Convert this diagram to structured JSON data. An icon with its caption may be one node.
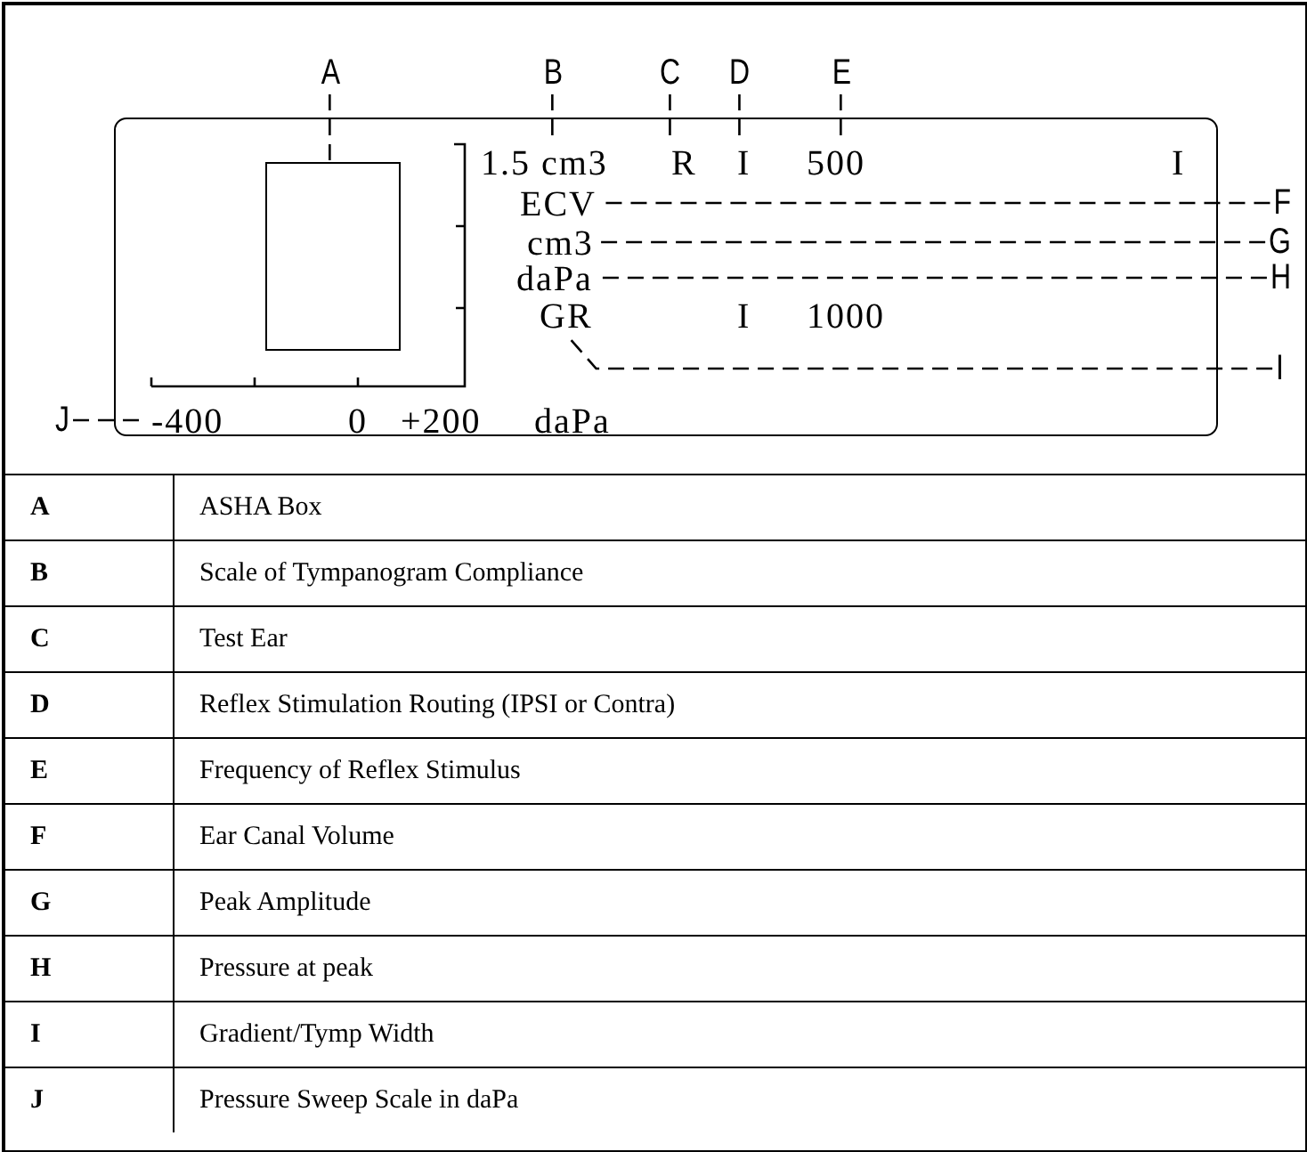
{
  "diagram": {
    "nodes": [
      {
        "text": [
          "A"
        ]
      },
      {
        "text": [
          "B"
        ]
      },
      {
        "text": [
          "C"
        ]
      },
      {
        "text": [
          "D"
        ]
      },
      {
        "text": [
          "E"
        ]
      },
      {
        "text": [],
        "shape": "box"
      },
      {
        "text": [],
        "shape": "box",
        "in": 5
      },
      {
        "text": [
          "1.5 cm3"
        ],
        "in": 5
      },
      {
        "text": [
          "R"
        ],
        "in": 5
      },
      {
        "text": [
          "I"
        ],
        "in": 5
      },
      {
        "text": [
          "500"
        ],
        "in": 5
      },
      {
        "text": [
          "ECV"
        ],
        "in": 5
      },
      {
        "text": [
          "F"
        ]
      },
      {
        "text": [
          "cm3"
        ],
        "in": 5
      },
      {
        "text": [
          "G"
        ]
      },
      {
        "text": [
          "daPa"
        ],
        "in": 5
      },
      {
        "text": [
          "H"
        ]
      },
      {
        "text": [
          "GR"
        ],
        "in": 5
      },
      {
        "text": [
          "I"
        ]
      },
      {
        "text": [
          "J"
        ]
      },
      {
        "text": [
          "-400"
        ],
        "in": 5
      }
    ],
    "edges": [
      {
        "from": 0,
        "to": 6,
        "arrow": "none",
        "style": "dashed"
      },
      {
        "from": 1,
        "to": 7,
        "arrow": "none",
        "style": "dashed"
      },
      {
        "from": 2,
        "to": 8,
        "arrow": "none",
        "style": "dashed"
      },
      {
        "from": 3,
        "to": 9,
        "arrow": "none",
        "style": "dashed"
      },
      {
        "from": 4,
        "to": 10,
        "arrow": "none",
        "style": "dashed"
      },
      {
        "from": 12,
        "to": 11,
        "arrow": "none",
        "style": "dashed"
      },
      {
        "from": 14,
        "to": 13,
        "arrow": "none",
        "style": "dashed"
      },
      {
        "from": 16,
        "to": 15,
        "arrow": "none",
        "style": "dashed"
      },
      {
        "from": 18,
        "to": 17,
        "arrow": "none",
        "style": "dashed"
      },
      {
        "from": 19,
        "to": 20,
        "arrow": "none",
        "style": "dashed"
      }
    ],
    "labels": [
      "I",
      "I",
      "1000",
      "0",
      "+200",
      "daPa",
      "A",
      "ASHA Box",
      "B",
      "Scale of Tympanogram Compliance",
      "C",
      "Test Ear",
      "D",
      "Reflex Stimulation Routing (IPSI or Contra)",
      "E",
      "Frequency of Reflex Stimulus",
      "F",
      "Ear Canal Volume",
      "G",
      "Peak Amplitude",
      "H",
      "Pressure at peak",
      "I",
      "Gradient/Tymp Width",
      "J",
      "Pressure Sweep Scale in daPa"
    ]
  }
}
